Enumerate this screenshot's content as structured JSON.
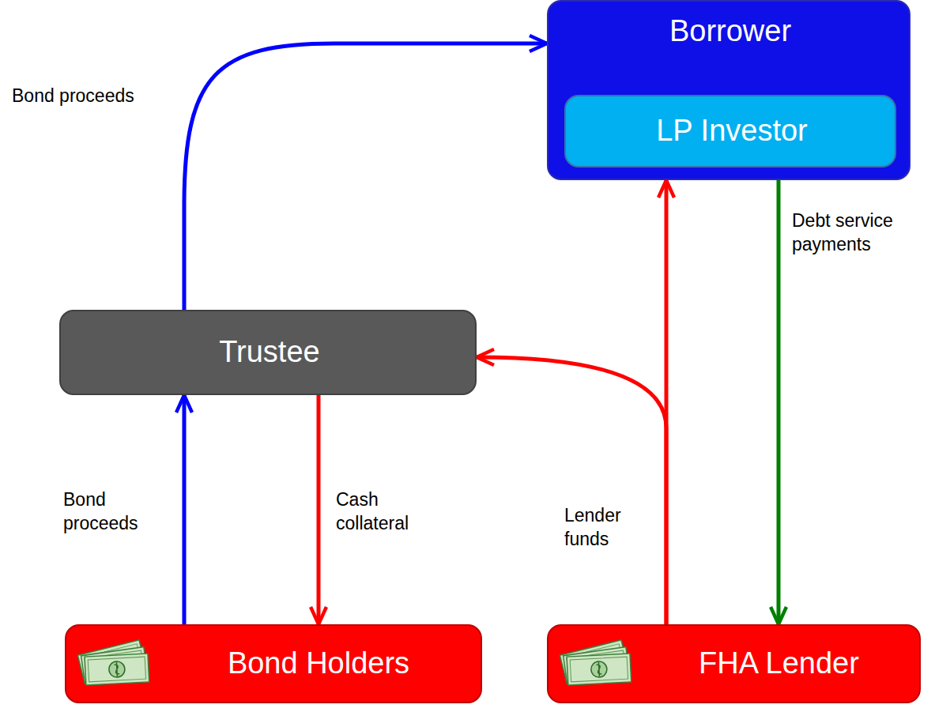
{
  "diagram": {
    "nodes": [
      {
        "text": [
          "Borrower"
        ]
      },
      {
        "text": [
          "LP Investor"
        ],
        "in": 0
      },
      {
        "text": [
          "Trustee"
        ]
      },
      {
        "text": [
          "Bond Holders"
        ]
      },
      {
        "text": [
          "FHA Lender"
        ]
      }
    ],
    "edges": [
      {
        "from": 2,
        "to": 0,
        "label": "Bond proceeds",
        "arrow": "to"
      },
      {
        "from": 3,
        "to": 2,
        "label": "Bond proceeds",
        "arrow": "to"
      },
      {
        "from": 2,
        "to": 3,
        "label": "Cash collateral",
        "arrow": "to"
      },
      {
        "from": 4,
        "to": 0,
        "label": "Lender funds",
        "arrow": "to"
      },
      {
        "from": 4,
        "to": 2,
        "arrow": "to"
      },
      {
        "from": 0,
        "to": 4,
        "label": "Debt service payments",
        "arrow": "to"
      }
    ]
  }
}
